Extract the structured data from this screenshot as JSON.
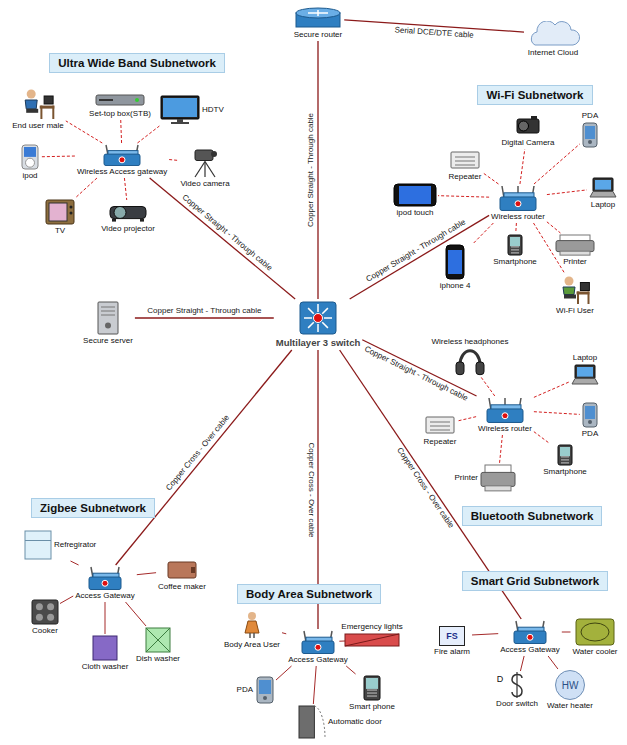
{
  "diagram": {
    "nodes": [
      {
        "text": [
          "Secure router"
        ]
      },
      {
        "text": [
          "Internet Cloud"
        ]
      },
      {
        "text": [
          "Ultra Wide Band Subnetwork"
        ]
      },
      {
        "text": [
          "Wi-Fi Subnetwork"
        ]
      },
      {
        "text": [
          "Multilayer 3 switch"
        ]
      },
      {
        "text": [
          "Wireless Access gateway"
        ]
      },
      {
        "text": [
          "End user male"
        ]
      },
      {
        "text": [
          "Set-top box(STB)"
        ]
      },
      {
        "text": [
          "HDTV"
        ]
      },
      {
        "text": [
          "ipod"
        ]
      },
      {
        "text": [
          "Video camera"
        ]
      },
      {
        "text": [
          "TV"
        ]
      },
      {
        "text": [
          "Video projector"
        ]
      },
      {
        "text": [
          "Wireless router"
        ]
      },
      {
        "text": [
          "Digital Camera"
        ]
      },
      {
        "text": [
          "PDA"
        ]
      },
      {
        "text": [
          "Repeater"
        ]
      },
      {
        "text": [
          "Laptop"
        ]
      },
      {
        "text": [
          "ipod touch"
        ]
      },
      {
        "text": [
          "iphone 4"
        ]
      },
      {
        "text": [
          "Smartphone"
        ]
      },
      {
        "text": [
          "Printer"
        ]
      },
      {
        "text": [
          "Wi-Fi User"
        ]
      },
      {
        "text": [
          "Secure server"
        ]
      },
      {
        "text": [
          "Wireless router"
        ]
      },
      {
        "text": [
          "Wireless headphones"
        ]
      },
      {
        "text": [
          "Laptop"
        ]
      },
      {
        "text": [
          "Repeater"
        ]
      },
      {
        "text": [
          "PDA"
        ]
      },
      {
        "text": [
          "Printer"
        ]
      },
      {
        "text": [
          "Smartphone"
        ]
      },
      {
        "text": [
          "Bluetooth Subnetwork"
        ]
      },
      {
        "text": [
          "Zigbee Subnetwork"
        ]
      },
      {
        "text": [
          "Body Area Subnetwork"
        ]
      },
      {
        "text": [
          "Smart Grid Subnetwork"
        ]
      },
      {
        "text": [
          "Access Gateway"
        ]
      },
      {
        "text": [
          "Refregirator"
        ]
      },
      {
        "text": [
          "Coffee maker"
        ]
      },
      {
        "text": [
          "Cooker"
        ]
      },
      {
        "text": [
          "Dish washer"
        ]
      },
      {
        "text": [
          "Cloth washer"
        ]
      },
      {
        "text": [
          "Access Gateway"
        ]
      },
      {
        "text": [
          "Body Area User"
        ]
      },
      {
        "text": [
          "Emergency lights"
        ]
      },
      {
        "text": [
          "PDA"
        ]
      },
      {
        "text": [
          "Smart phone"
        ]
      },
      {
        "text": [
          "Automatic door"
        ]
      },
      {
        "text": [
          "Access Gateway"
        ]
      },
      {
        "text": [
          "FS",
          "Fire alarm"
        ]
      },
      {
        "text": [
          "Water cooler"
        ]
      },
      {
        "text": [
          "Door switch"
        ]
      },
      {
        "text": [
          "HW",
          "Water heater"
        ]
      }
    ],
    "edges": [
      {
        "from": 0,
        "to": 1,
        "arrow": "none",
        "label": "Serial DCE/DTE cable"
      },
      {
        "from": 4,
        "to": 0,
        "arrow": "none",
        "label": "Copper Straight - Through cable"
      },
      {
        "from": 4,
        "to": 5,
        "arrow": "none",
        "label": "Copper Straight - Through cable"
      },
      {
        "from": 4,
        "to": 13,
        "arrow": "none",
        "label": "Copper Straight - Through cable"
      },
      {
        "from": 4,
        "to": 23,
        "arrow": "none",
        "label": "Copper Straight - Through cable"
      },
      {
        "from": 4,
        "to": 24,
        "arrow": "none",
        "label": "Copper Straight - Through cable"
      },
      {
        "from": 4,
        "to": 35,
        "arrow": "none",
        "label": "Copper Cross - Over cable"
      },
      {
        "from": 4,
        "to": 41,
        "arrow": "none",
        "label": "Copper Cross - Over cable"
      },
      {
        "from": 4,
        "to": 47,
        "arrow": "none",
        "label": "Copper Cross - Over cable"
      },
      {
        "from": 5,
        "to": 6,
        "arrow": "none"
      },
      {
        "from": 5,
        "to": 7,
        "arrow": "none"
      },
      {
        "from": 5,
        "to": 8,
        "arrow": "none"
      },
      {
        "from": 5,
        "to": 9,
        "arrow": "none"
      },
      {
        "from": 5,
        "to": 10,
        "arrow": "none"
      },
      {
        "from": 5,
        "to": 11,
        "arrow": "none"
      },
      {
        "from": 5,
        "to": 12,
        "arrow": "none"
      },
      {
        "from": 13,
        "to": 14,
        "arrow": "none"
      },
      {
        "from": 13,
        "to": 15,
        "arrow": "none"
      },
      {
        "from": 13,
        "to": 16,
        "arrow": "none"
      },
      {
        "from": 13,
        "to": 17,
        "arrow": "none"
      },
      {
        "from": 13,
        "to": 18,
        "arrow": "none"
      },
      {
        "from": 13,
        "to": 19,
        "arrow": "none"
      },
      {
        "from": 13,
        "to": 20,
        "arrow": "none"
      },
      {
        "from": 13,
        "to": 21,
        "arrow": "none"
      },
      {
        "from": 13,
        "to": 22,
        "arrow": "none"
      },
      {
        "from": 24,
        "to": 25,
        "arrow": "none"
      },
      {
        "from": 24,
        "to": 26,
        "arrow": "none"
      },
      {
        "from": 24,
        "to": 27,
        "arrow": "none"
      },
      {
        "from": 24,
        "to": 28,
        "arrow": "none"
      },
      {
        "from": 24,
        "to": 29,
        "arrow": "none"
      },
      {
        "from": 24,
        "to": 30,
        "arrow": "none"
      },
      {
        "from": 35,
        "to": 36,
        "arrow": "none"
      },
      {
        "from": 35,
        "to": 37,
        "arrow": "none"
      },
      {
        "from": 35,
        "to": 38,
        "arrow": "none"
      },
      {
        "from": 35,
        "to": 39,
        "arrow": "none"
      },
      {
        "from": 35,
        "to": 40,
        "arrow": "none"
      },
      {
        "from": 41,
        "to": 42,
        "arrow": "none"
      },
      {
        "from": 41,
        "to": 43,
        "arrow": "none"
      },
      {
        "from": 41,
        "to": 44,
        "arrow": "none"
      },
      {
        "from": 41,
        "to": 45,
        "arrow": "none"
      },
      {
        "from": 41,
        "to": 46,
        "arrow": "none"
      },
      {
        "from": 47,
        "to": 48,
        "arrow": "none"
      },
      {
        "from": 47,
        "to": 49,
        "arrow": "none"
      },
      {
        "from": 47,
        "to": 50,
        "arrow": "none"
      },
      {
        "from": 47,
        "to": 51,
        "arrow": "none"
      }
    ],
    "labels": [
      "D"
    ]
  }
}
